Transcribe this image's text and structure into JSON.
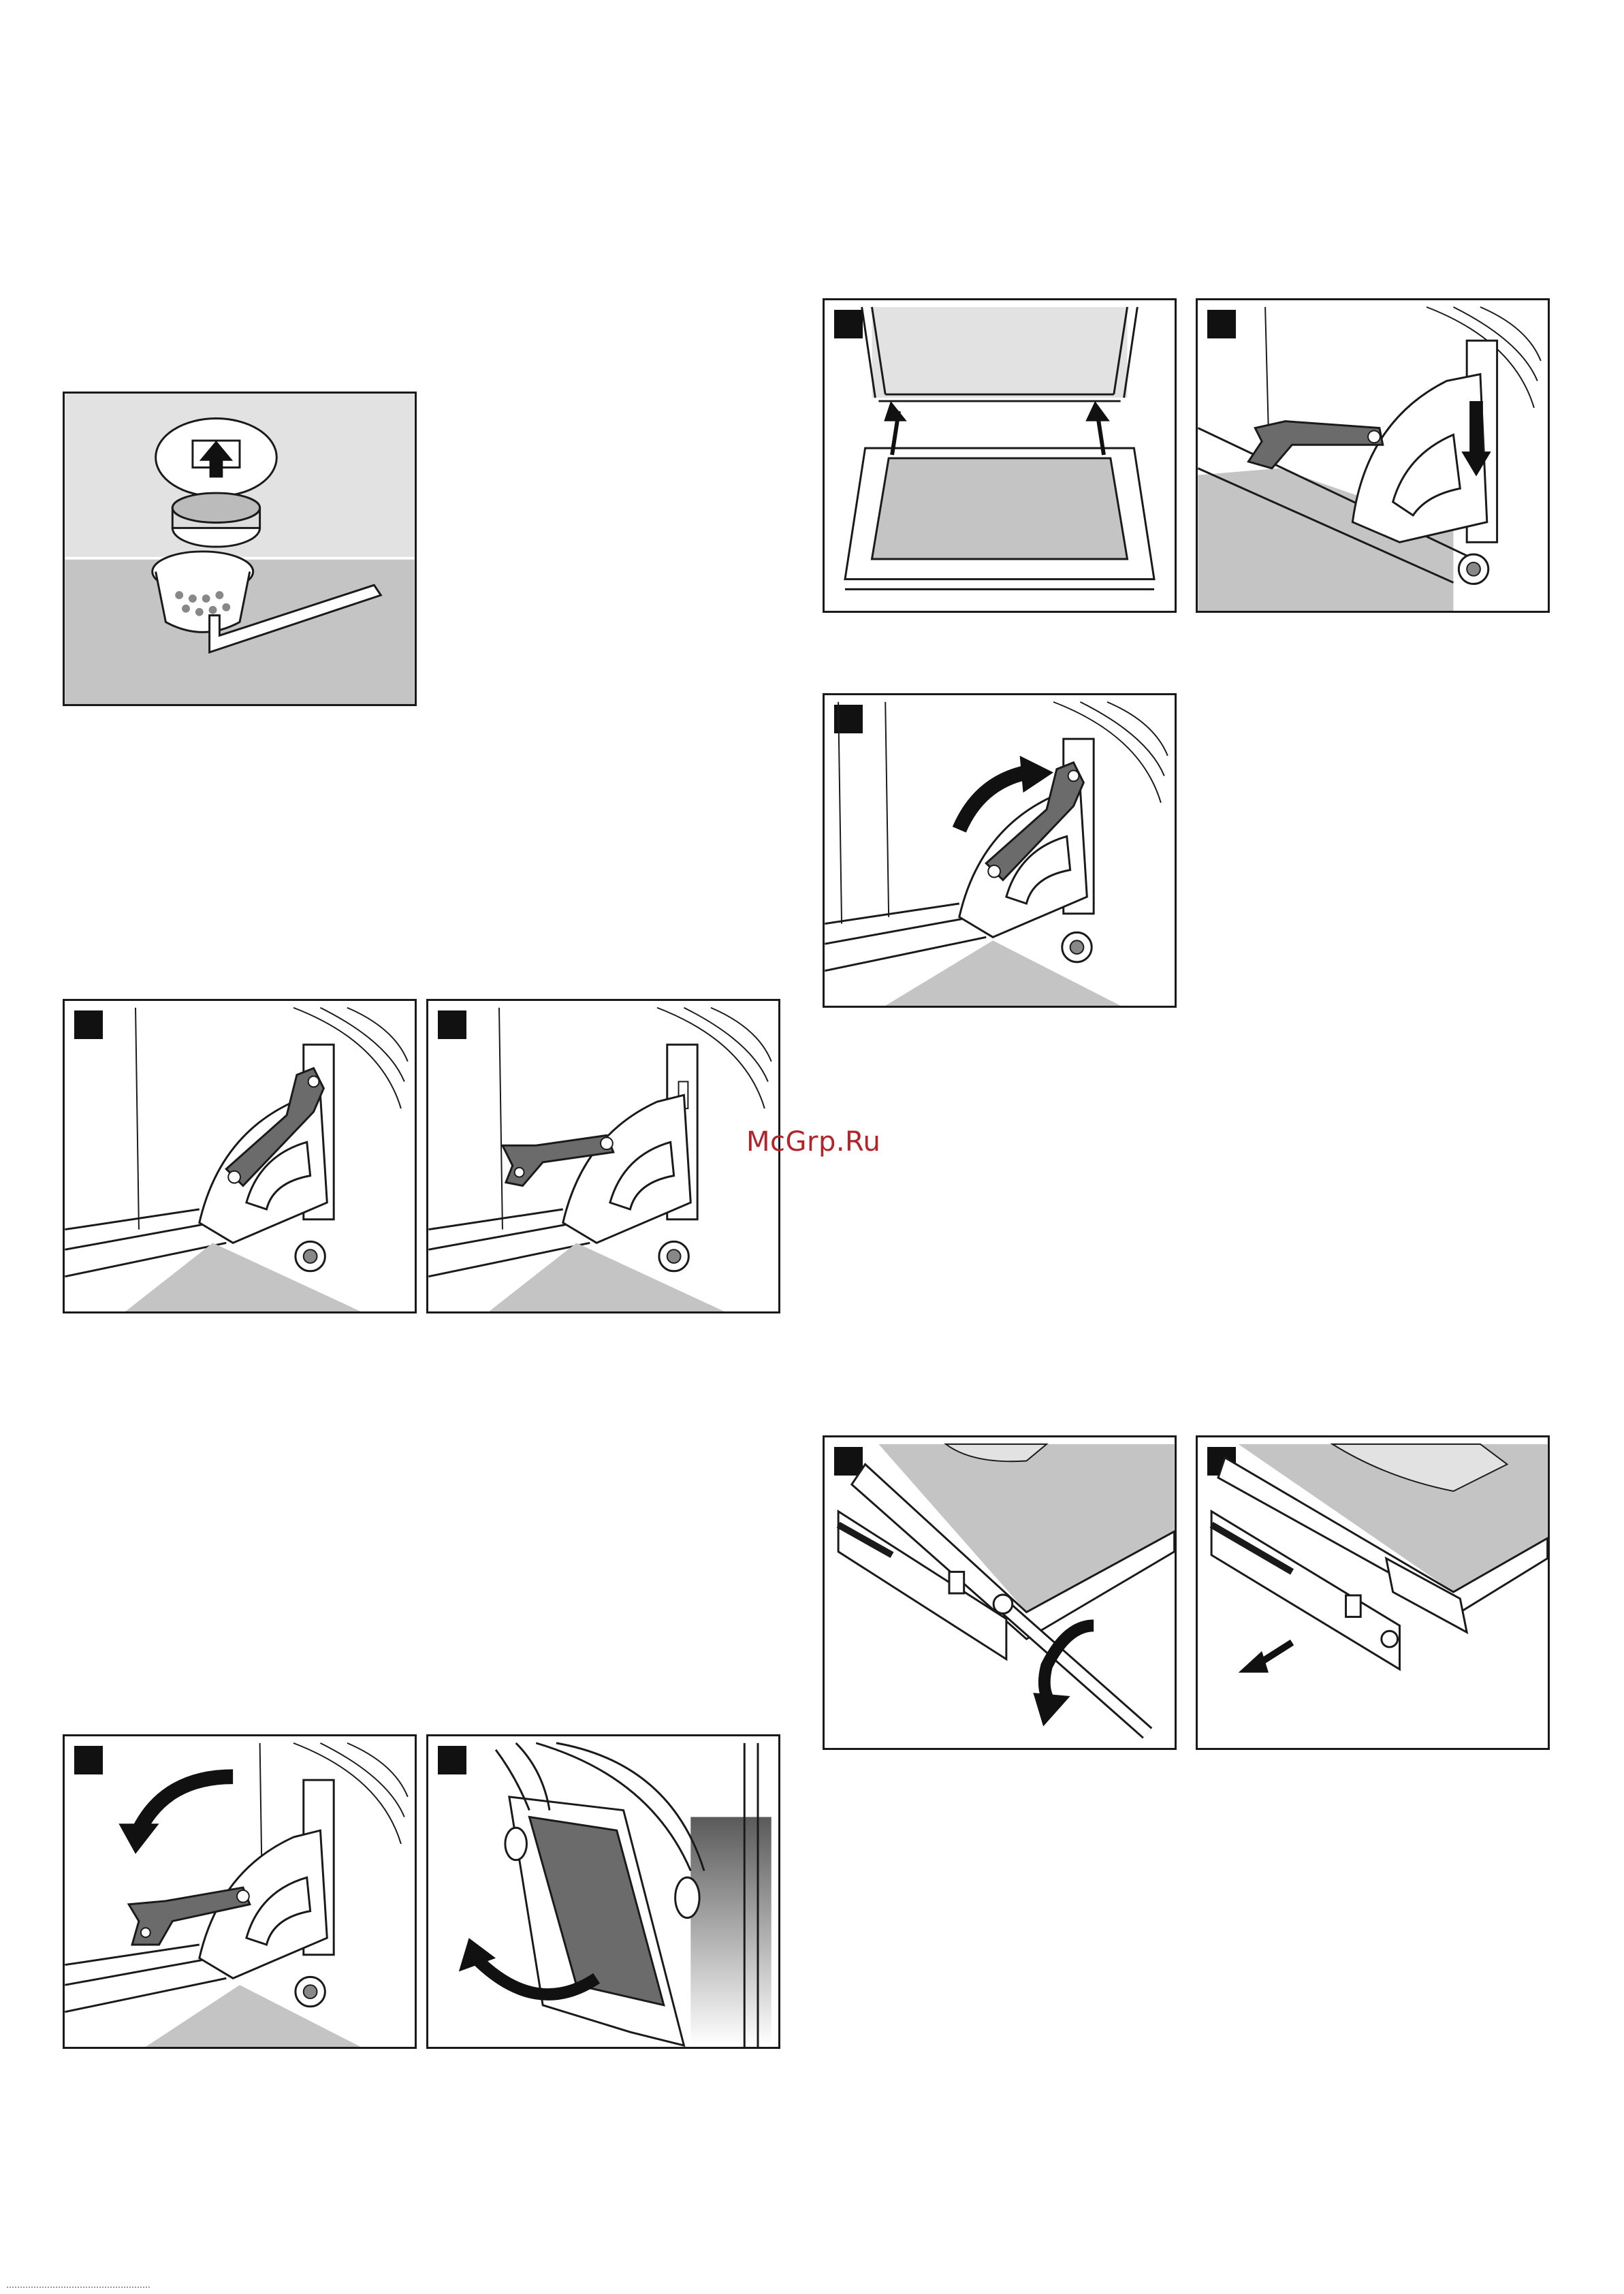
{
  "watermark": {
    "text": "McGrp.Ru",
    "color": "#b3232a"
  },
  "colors": {
    "frame": "#1a1a1a",
    "marker": "#111111",
    "lever": "#6b6b6b",
    "floor": "#c4c4c4",
    "wall": "#e2e2e2"
  },
  "figures": [
    {
      "id": "fig-filter",
      "icon": "drain-filter-illustration"
    },
    {
      "id": "fig-hinge-closed",
      "icon": "hinge-lever-closed-illustration"
    },
    {
      "id": "fig-hinge-open",
      "icon": "hinge-lever-open-illustration"
    },
    {
      "id": "fig-lever-down",
      "icon": "lever-fold-down-illustration"
    },
    {
      "id": "fig-door-remove",
      "icon": "door-lift-out-illustration"
    },
    {
      "id": "fig-door-lift",
      "icon": "inner-pane-lift-illustration"
    },
    {
      "id": "fig-hinge-push",
      "icon": "hinge-push-down-illustration"
    },
    {
      "id": "fig-lever-up",
      "icon": "lever-fold-up-illustration"
    },
    {
      "id": "fig-screw",
      "icon": "screwdriver-unscrew-illustration"
    },
    {
      "id": "fig-strip",
      "icon": "strip-removal-illustration"
    }
  ]
}
